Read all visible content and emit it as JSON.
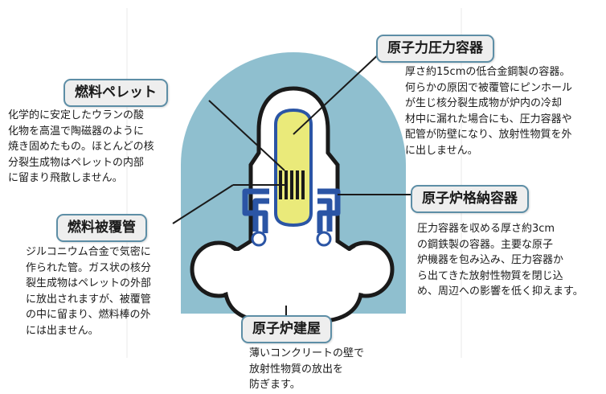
{
  "labels": {
    "pressure_vessel": "原子力圧力容器",
    "pellet": "燃料ペレット",
    "containment": "原子炉格納容器",
    "cladding": "燃料被覆管",
    "building": "原子炉建屋"
  },
  "descriptions": {
    "pressure_vessel": [
      "厚さ約15cmの低合金鋼製の容器。",
      "何らかの原因で被覆管にピンホール",
      "が生じ核分裂生成物が炉内の冷却",
      "材中に漏れた場合にも、圧力容器や",
      "配管が防壁になり、放射性物質を外",
      "に出しません。"
    ],
    "pellet": [
      "化学的に安定したウランの酸",
      "化物を高温で陶磁器のように",
      "焼き固めたもの。ほとんどの核",
      "分裂生成物はペレットの内部",
      "に留まり飛散しません。"
    ],
    "containment": [
      "圧力容器を収める厚さ約3cm",
      "の鋼鉄製の容器。主要な原子",
      "炉機器を包み込み、圧力容器か",
      "ら出てきた放射性物質を閉じ込",
      "め、周辺への影響を低く抑えます。"
    ],
    "cladding": [
      "ジルコニウム合金で気密に",
      "作られた管。ガス状の核分",
      "裂生成物はペレットの外部",
      "に放出されますが、被覆管",
      "の中に留まり、燃料棒の外",
      "には出ません。"
    ],
    "building": [
      "薄いコンクリートの壁で",
      "放射性物質の放出を",
      "防ぎます。"
    ]
  },
  "colors": {
    "building": "#8fbfcf",
    "containment_fill": "#ffffff",
    "containment_stroke": "#1a1a1a",
    "pressure_vessel": "#eaea7a",
    "piping": "#2b55a5",
    "label_border": "#5d8ea6",
    "label_fill": "#eeeeee"
  }
}
